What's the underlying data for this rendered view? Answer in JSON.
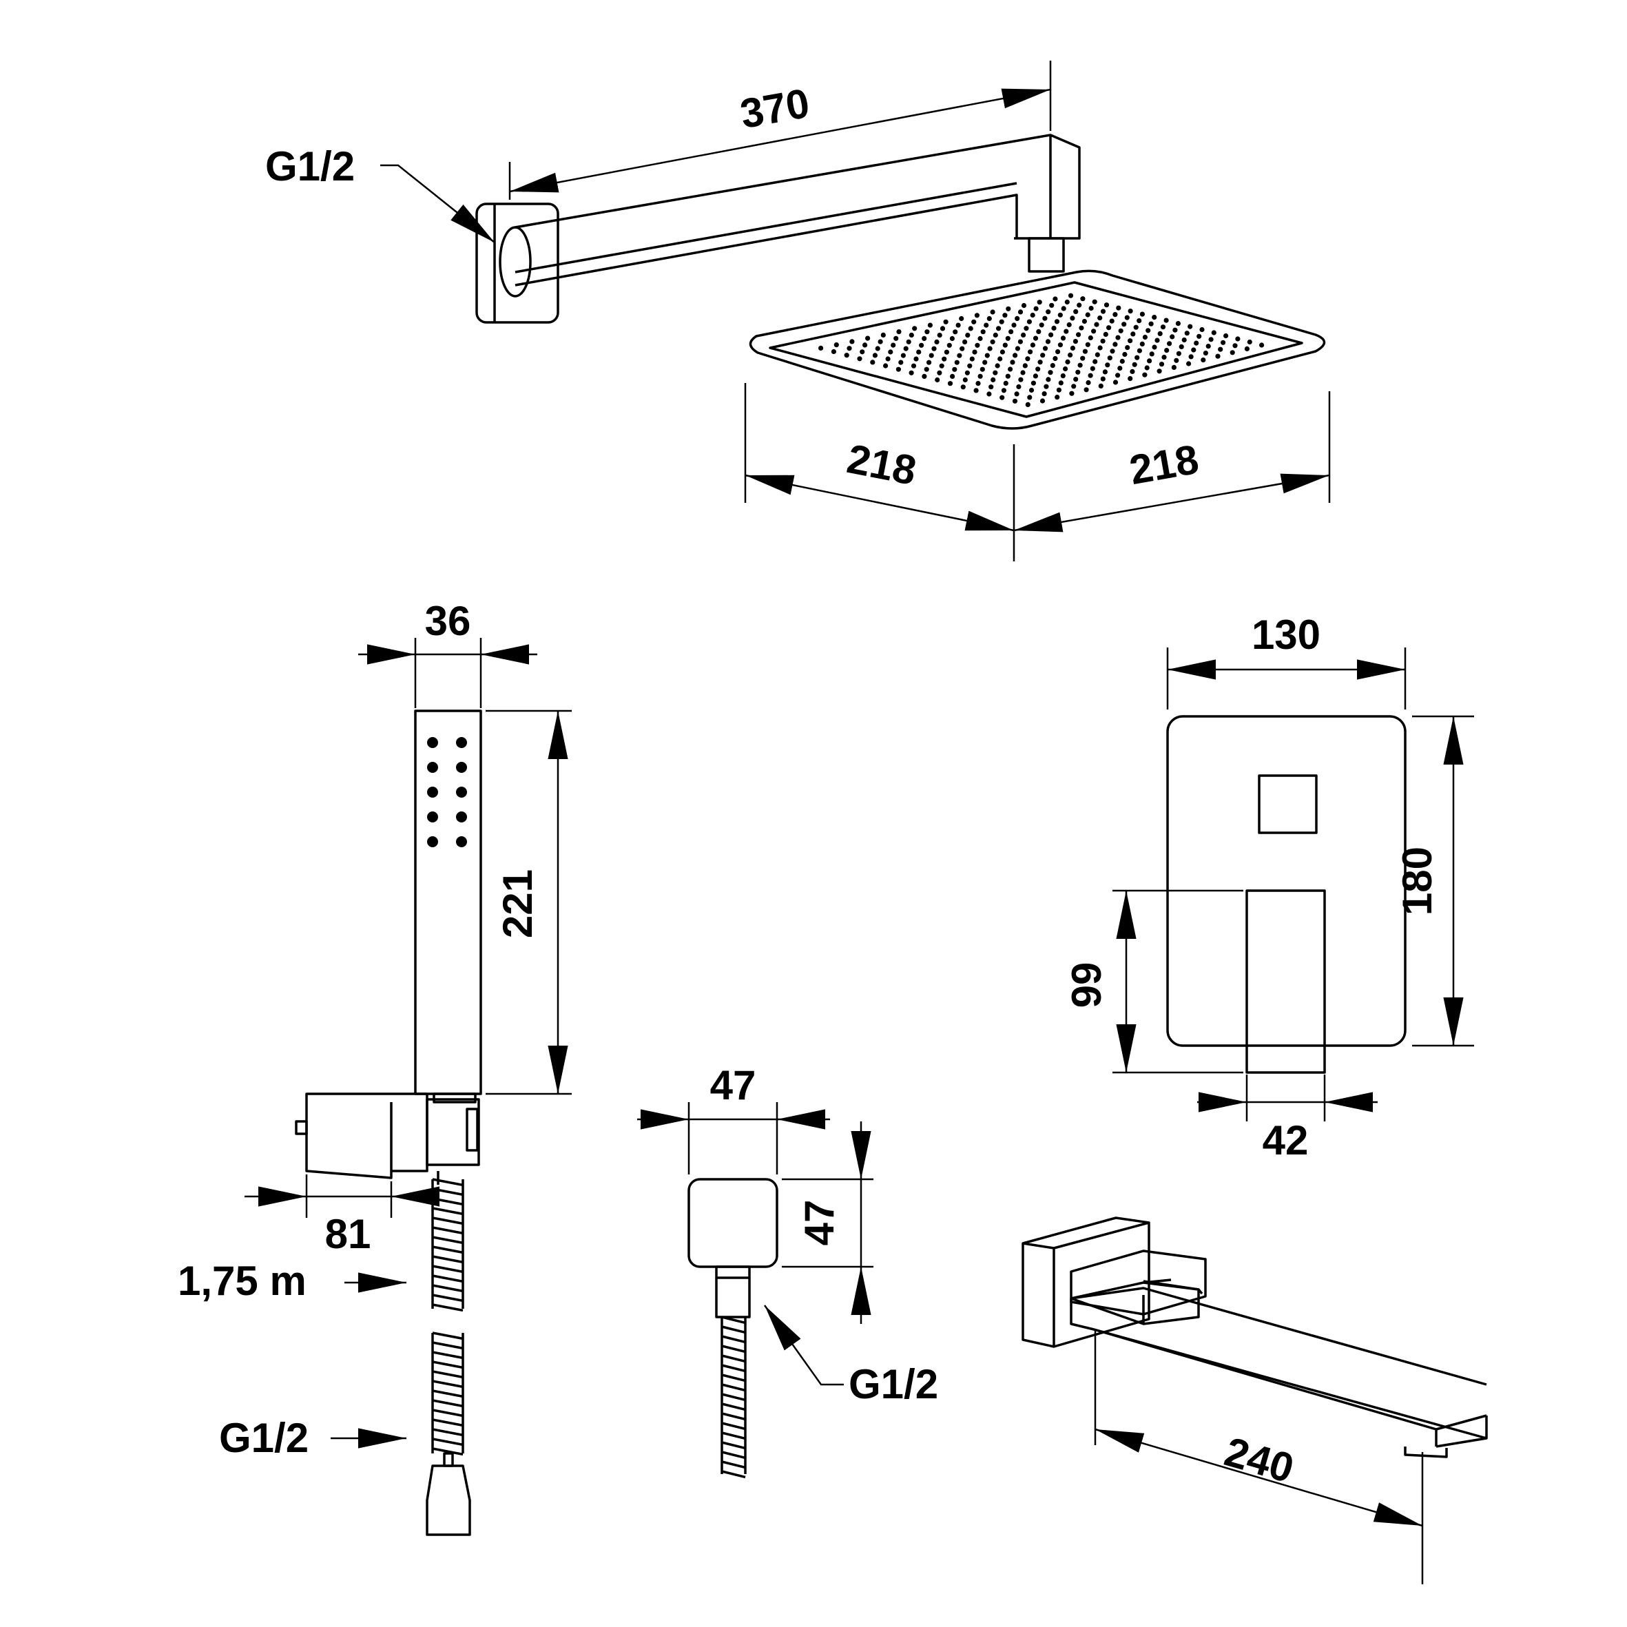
{
  "dimensions": {
    "arm_length": "370",
    "head_width_left": "218",
    "head_width_right": "218",
    "hand_width": "36",
    "hand_height": "221",
    "holder_depth": "81",
    "hose_length": "1,75 m",
    "outlet_width": "47",
    "outlet_height": "47",
    "plate_width": "130",
    "plate_height": "180",
    "handle_height": "99",
    "handle_width": "42",
    "spout_length": "240"
  },
  "thread_labels": {
    "arm_inlet": "G1/2",
    "hose_end": "G1/2",
    "outlet": "G1/2"
  }
}
